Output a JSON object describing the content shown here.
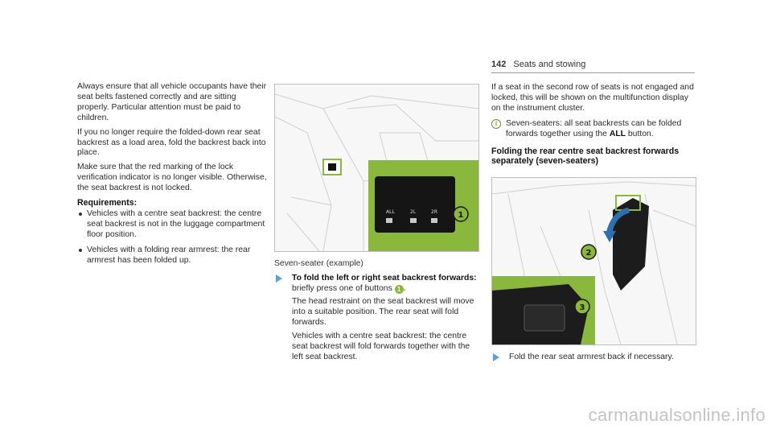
{
  "header": {
    "page_number": "142",
    "section": "Seats and stowing"
  },
  "column1": {
    "para1": "Always ensure that all vehicle occupants have their seat belts fastened correctly and are sitting properly. Particular attention must be paid to children.",
    "para2": "If you no longer require the folded-down rear seat backrest as a load area, fold the backrest back into place.",
    "para3": "Make sure that the red marking of the lock verification indicator is no longer visible. Otherwise, the seat backrest is not locked.",
    "requirements_heading": "Requirements:",
    "requirements": [
      "Vehicles with a centre seat backrest: the centre seat backrest is not in the luggage compartment floor position.",
      "Vehicles with a folding rear armrest: the rear armrest has been folded up."
    ]
  },
  "figure1": {
    "caption": "Seven-seater (example)",
    "labels": [
      "ALL",
      "2L",
      "2R"
    ],
    "callouts": [
      "1"
    ]
  },
  "column2": {
    "step_heading": "To fold the left or right seat backrest forwards:",
    "step_text_before": "briefly press one of buttons",
    "step_badge": "1",
    "step_text_after": ".",
    "para1": "The head restraint on the seat backrest will move into a suitable position. The rear seat will fold forwards.",
    "para2": "Vehicles with a centre seat backrest: the centre seat backrest will fold forwards together with the left seat backrest."
  },
  "column3": {
    "para1": "If a seat in the second row of seats is not engaged and locked, this will be shown on the multifunction display on the instrument cluster.",
    "note_before": "Seven-seaters: all seat backrests can be folded forwards together using the",
    "note_bold": "ALL",
    "note_after": "button.",
    "section_heading": "Folding the rear centre seat backrest forwards separately (seven-seaters)",
    "step_text": "Fold the rear seat armrest back if necessary."
  },
  "figure2": {
    "callouts": [
      "2",
      "3"
    ]
  },
  "colors": {
    "green": "#8ab83c",
    "arrow": "#5aa0d8",
    "line": "#cfcfcf"
  },
  "watermark": "carmanualsonline.info"
}
